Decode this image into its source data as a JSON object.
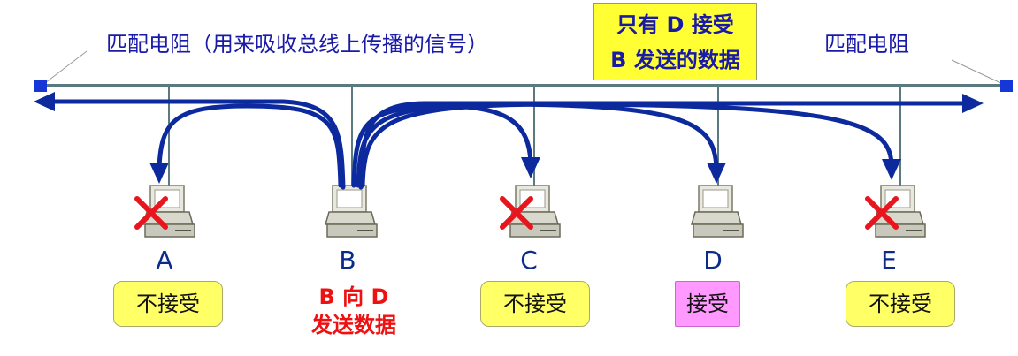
{
  "labels": {
    "terminator_left": "匹配电阻（用来吸收总线上传播的信号）",
    "terminator_right": "匹配电阻",
    "top_line1": "只有 D 接受",
    "top_line2": "B 发送的数据",
    "sender_line1": "B 向 D",
    "sender_line2": "发送数据"
  },
  "nodes": [
    {
      "name": "A",
      "status": "不接受",
      "rejected": true
    },
    {
      "name": "B",
      "status": "",
      "rejected": false
    },
    {
      "name": "C",
      "status": "不接受",
      "rejected": true
    },
    {
      "name": "D",
      "status": "接受",
      "rejected": false
    },
    {
      "name": "E",
      "status": "不接受",
      "rejected": true
    }
  ],
  "colors": {
    "bus": "#5a7a80",
    "arrow": "#0c2a9e",
    "terminator": "#1537d8",
    "cross": "#e8141e",
    "label_blue": "#1a1aa8",
    "status_bg": "#ffff66",
    "accept_bg": "#ff99ff",
    "sender_red": "#ee1111"
  }
}
